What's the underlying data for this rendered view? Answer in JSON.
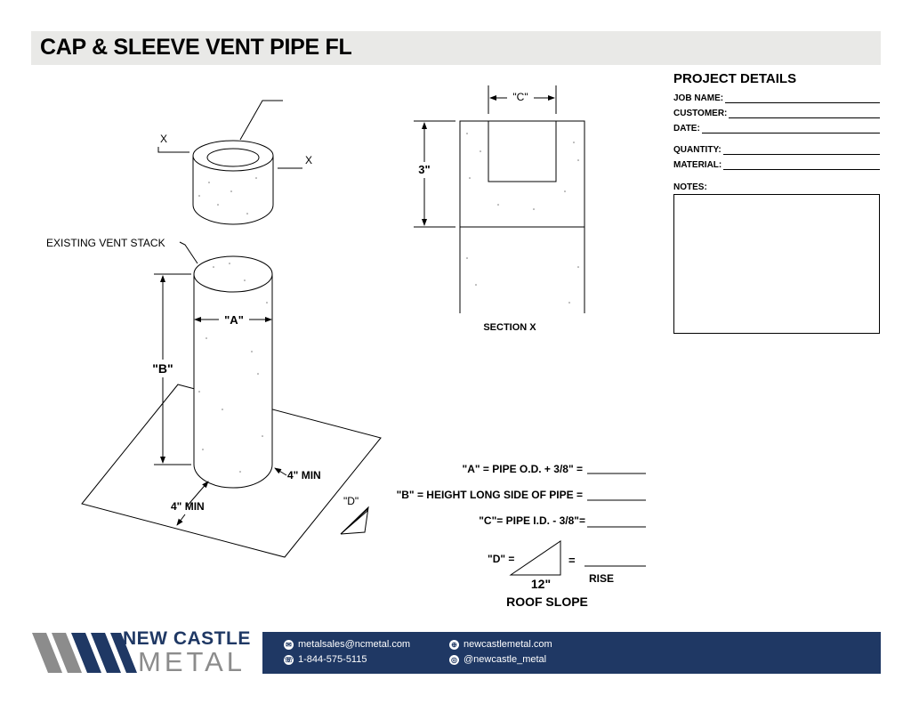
{
  "title": "CAP & SLEEVE VENT PIPE FL",
  "drawing": {
    "label_existing": "EXISTING VENT STACK",
    "label_x1": "X",
    "label_x2": "X",
    "dim_a": "\"A\"",
    "dim_b": "\"B\"",
    "dim_c": "\"C\"",
    "dim_3": "3\"",
    "min_right": "4\" MIN",
    "min_left": "4\" MIN",
    "dim_d": "\"D\"",
    "section_label": "SECTION  X"
  },
  "formulas": {
    "a": "\"A\" = PIPE O.D. + 3/8\" =",
    "b": "\"B\" = HEIGHT LONG SIDE OF PIPE =",
    "c": "\"C\"=  PIPE I.D. - 3/8\"=",
    "d": "\"D\" =",
    "equals": "=",
    "run": "12\"",
    "rise": "RISE",
    "roof_slope": "ROOF SLOPE"
  },
  "project": {
    "heading": "PROJECT DETAILS",
    "fields": [
      "JOB NAME:",
      "CUSTOMER:",
      "DATE:",
      "QUANTITY:",
      "MATERIAL:"
    ],
    "notes_label": "NOTES:"
  },
  "footer": {
    "logo_line1": "NEW CASTLE",
    "logo_line2": "METAL",
    "email": "metalsales@ncmetal.com",
    "phone": "1-844-575-5115",
    "website": "newcastlemetal.com",
    "social": "@newcastle_metal",
    "icons": [
      "email-icon",
      "phone-icon",
      "globe-icon",
      "instagram-icon"
    ],
    "colors": {
      "navy": "#1f3864",
      "gray": "#8c8c8c"
    }
  }
}
